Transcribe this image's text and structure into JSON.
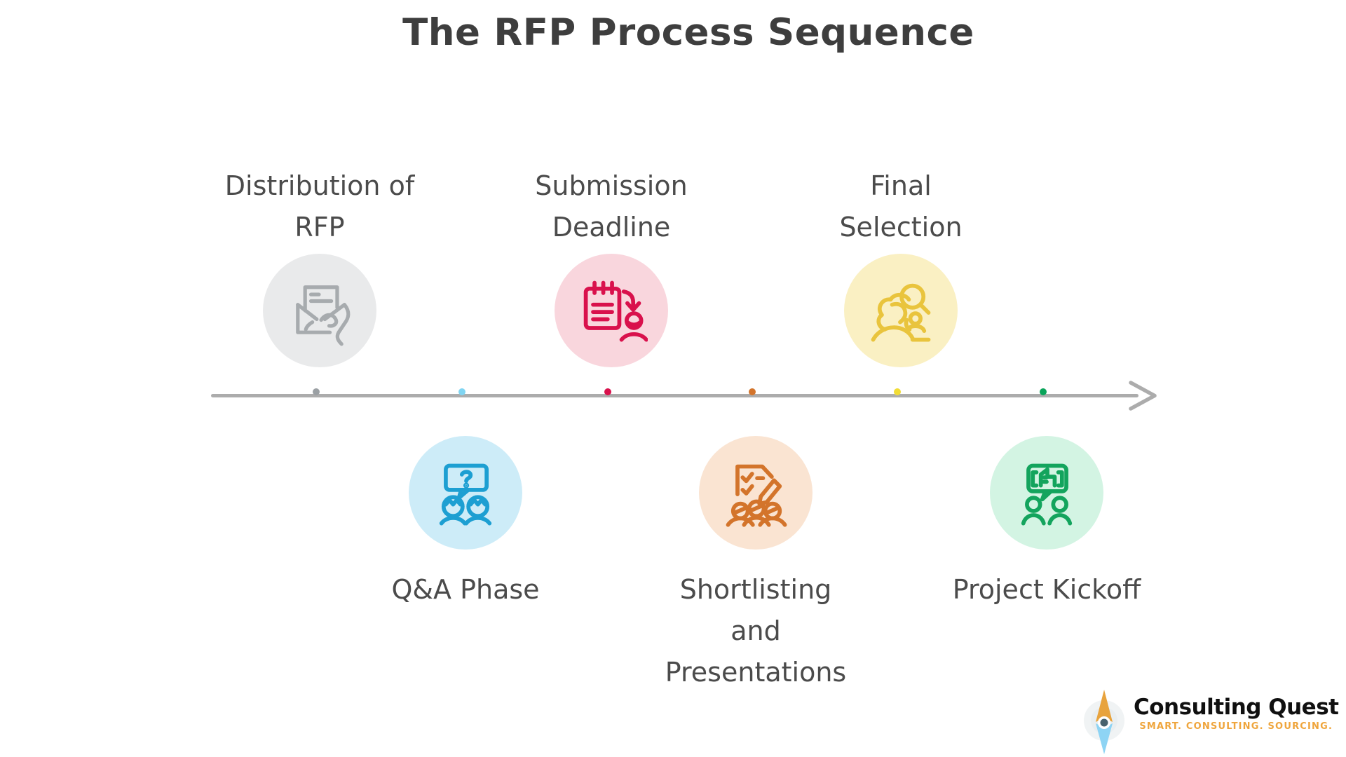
{
  "title": "The RFP Process Sequence",
  "colors": {
    "title": "#3e3e3e",
    "label": "#4b4b4b",
    "line": "#acacac"
  },
  "steps": [
    {
      "label": "Distribution of RFP",
      "label_lines": [
        "Distribution of",
        "RFP"
      ],
      "side": "top",
      "icon": "envelope-in-hand",
      "circle_bg": "#e9eaeb",
      "icon_color": "#a7abae",
      "dot_color": "#9ba0a4"
    },
    {
      "label": "Q&A Phase",
      "label_lines": [
        "Q&A Phase"
      ],
      "side": "bottom",
      "icon": "question-chat-people",
      "circle_bg": "#cdecf8",
      "icon_color": "#1d9fd2",
      "dot_color": "#80d5f2"
    },
    {
      "label": "Submission Deadline",
      "label_lines": [
        "Submission",
        "Deadline"
      ],
      "side": "top",
      "icon": "notepad-deadline-person",
      "circle_bg": "#f9d6dd",
      "icon_color": "#d9114c",
      "dot_color": "#d9114c"
    },
    {
      "label": "Shortlisting and Presentations",
      "label_lines": [
        "Shortlisting",
        "and",
        "Presentations"
      ],
      "side": "bottom",
      "icon": "checklist-pencil-people",
      "circle_bg": "#fae4d2",
      "icon_color": "#d3742b",
      "dot_color": "#d3742b"
    },
    {
      "label": "Final Selection",
      "label_lines": [
        "Final",
        "Selection"
      ],
      "side": "top",
      "icon": "candidate-magnifier",
      "circle_bg": "#faf0c3",
      "icon_color": "#e9c43d",
      "dot_color": "#f1dc35"
    },
    {
      "label": "Project Kickoff",
      "label_lines": [
        "Project Kickoff"
      ],
      "side": "bottom",
      "icon": "announcement-chat-people",
      "circle_bg": "#d3f4e3",
      "icon_color": "#13a45d",
      "dot_color": "#0aa45a"
    }
  ],
  "logo": {
    "name": "Consulting Quest",
    "tagline": "SMART. CONSULTING. SOURCING.",
    "name_color": "#101010",
    "tagline_color": "#efa53c",
    "needle_top_color": "#e8a33d",
    "needle_bottom_color": "#8ed4f4",
    "ring_color": "#f0f3f4",
    "center_color": "#47626d"
  }
}
